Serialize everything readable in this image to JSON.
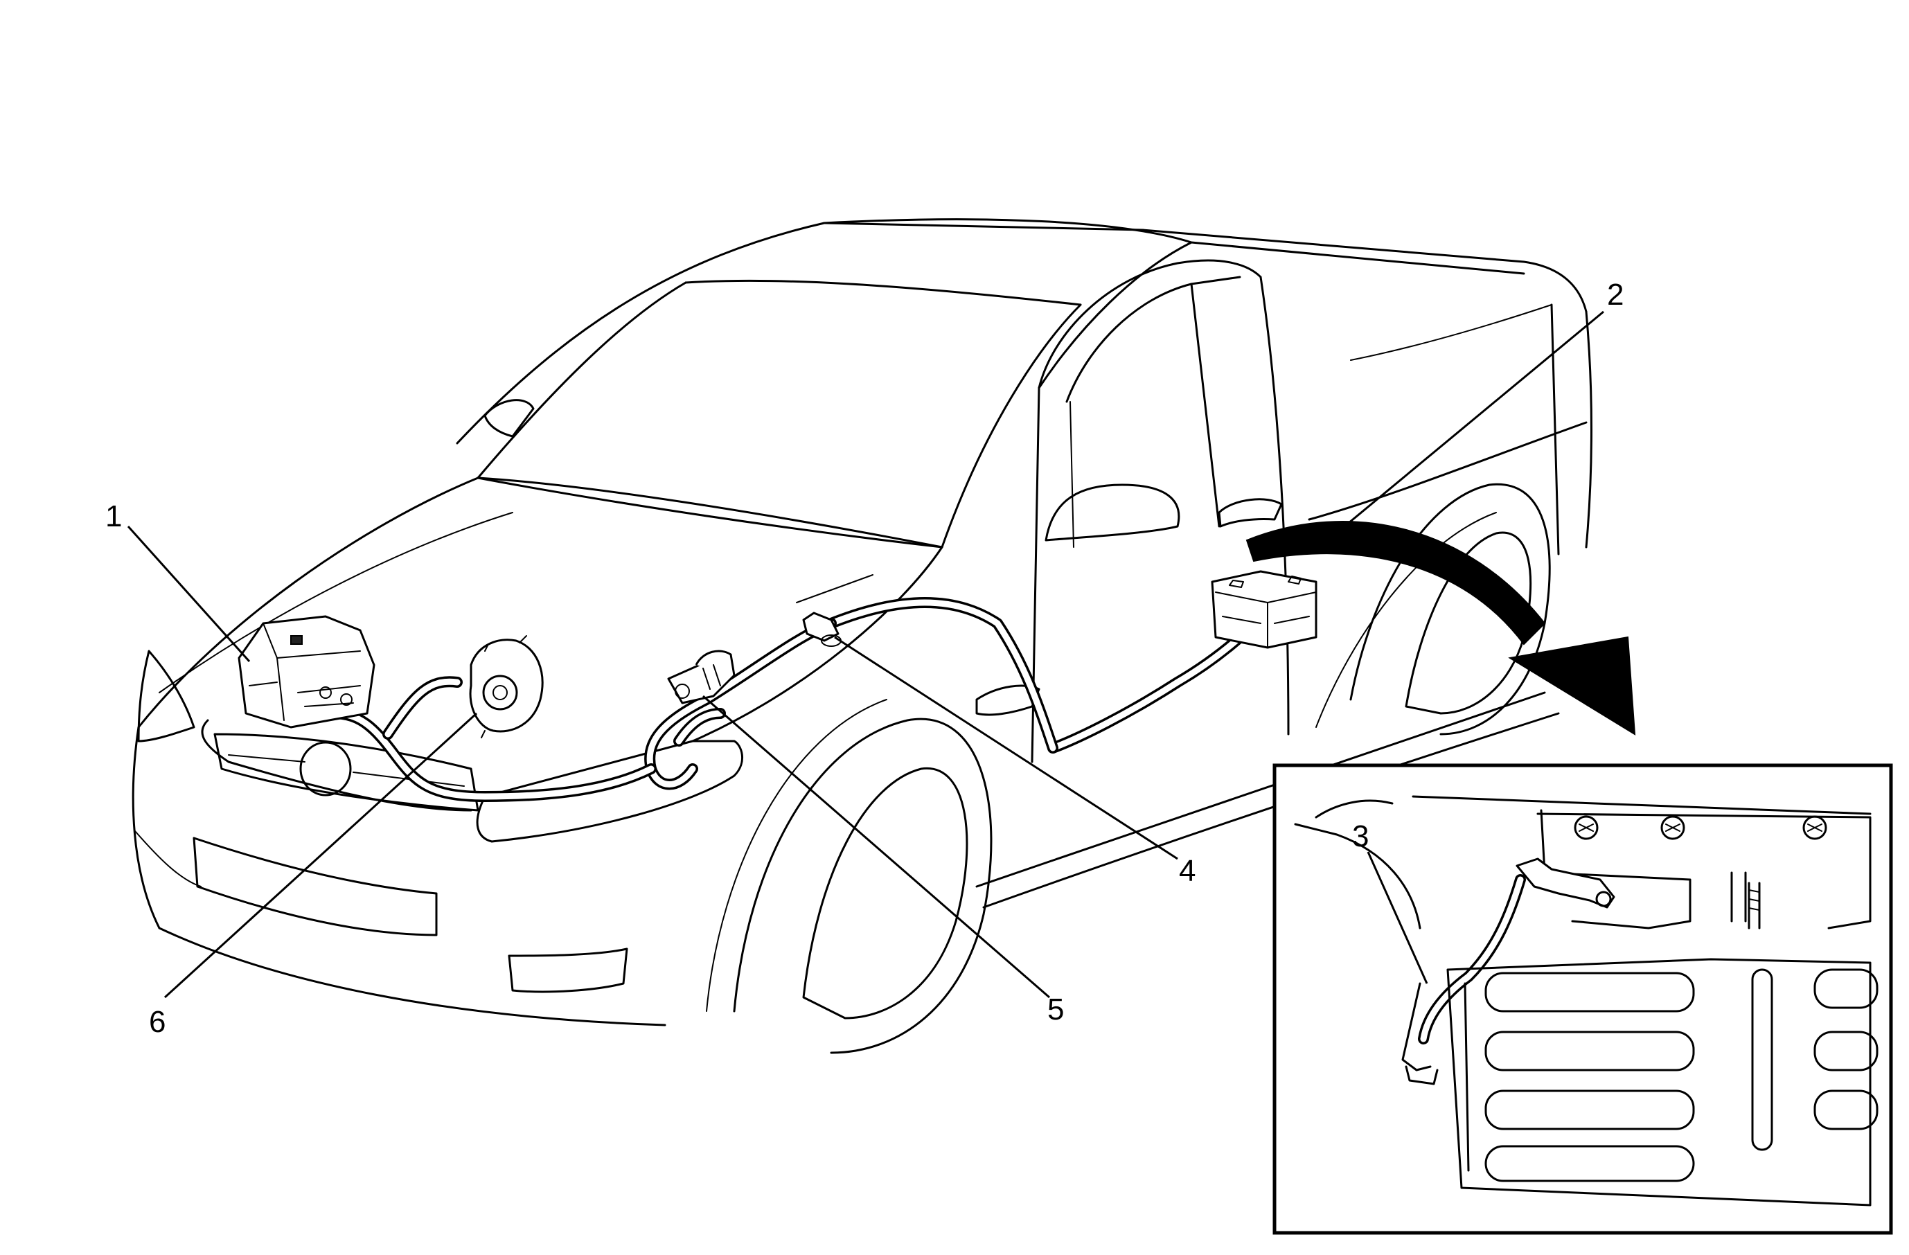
{
  "figure": {
    "type": "vehicle wiring diagram",
    "callouts": [
      {
        "id": "1",
        "label": "1"
      },
      {
        "id": "2",
        "label": "2"
      },
      {
        "id": "3",
        "label": "3"
      },
      {
        "id": "4",
        "label": "4"
      },
      {
        "id": "5",
        "label": "5"
      },
      {
        "id": "6",
        "label": "6"
      }
    ],
    "colors": {
      "line": "#000000",
      "background": "#ffffff",
      "arrow": "#000000"
    }
  }
}
